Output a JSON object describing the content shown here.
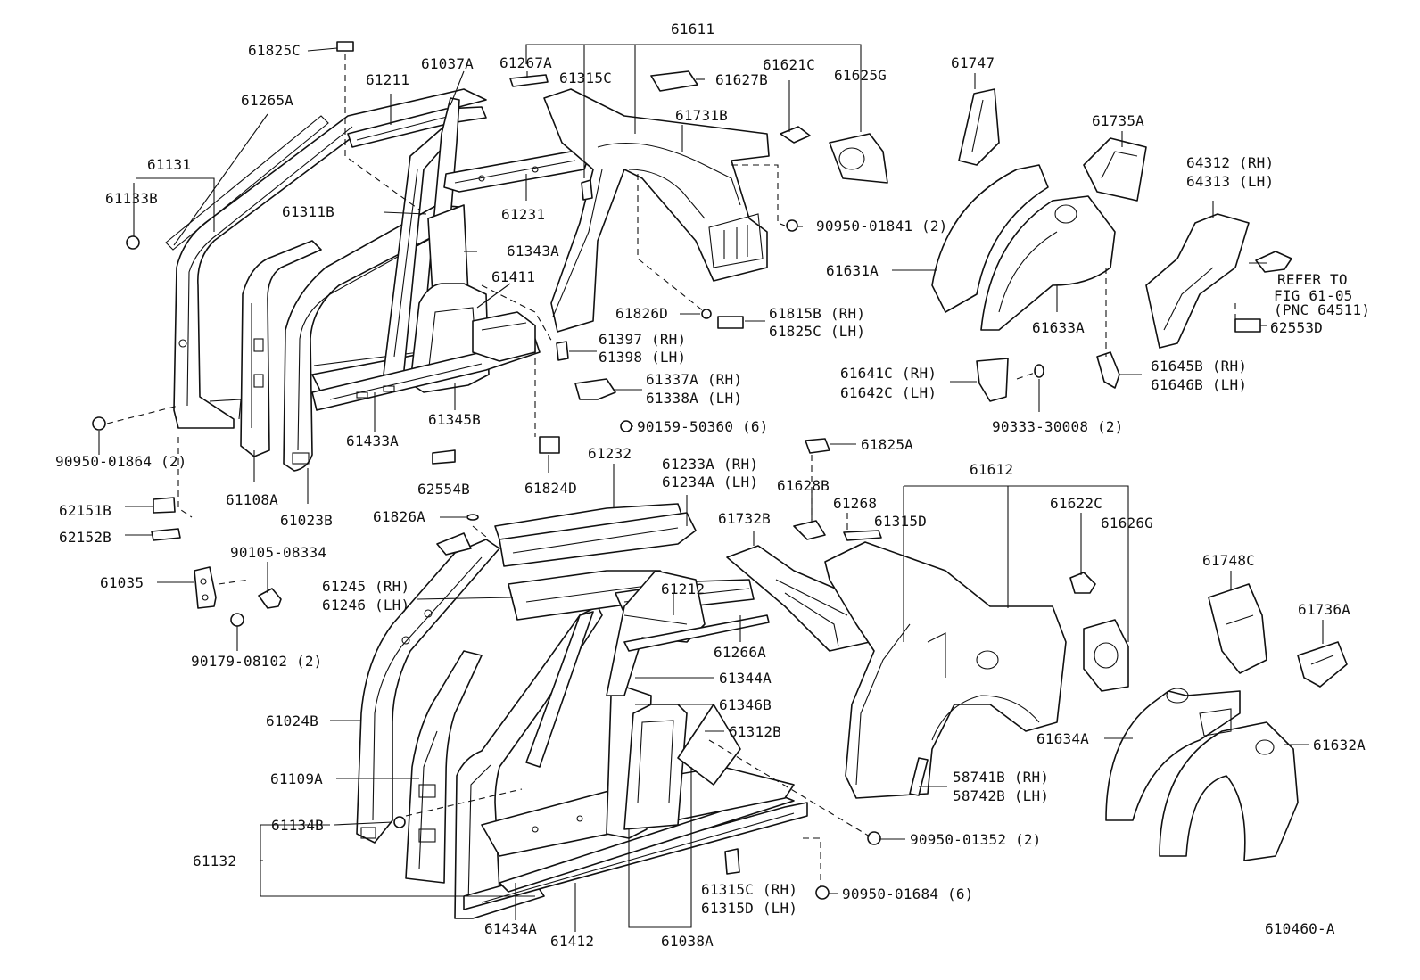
{
  "diagram_id": "610460-A",
  "callouts": {
    "c61611": "61611",
    "c61825C_top": "61825C",
    "c61267A": "61267A",
    "c61315C_top": "61315C",
    "c61621C": "61621C",
    "c61625G": "61625G",
    "c61627B": "61627B",
    "c61037A": "61037A",
    "c61211": "61211",
    "c61265A": "61265A",
    "c61731B": "61731B",
    "c61131": "61131",
    "c61133B": "61133B",
    "c61231": "61231",
    "c90950_01841": "90950-01841 (2)",
    "c61311B": "61311B",
    "c61343A": "61343A",
    "c61411": "61411",
    "c61826D": "61826D",
    "c61815B": "61815B (RH)",
    "c61825C_lh": "61825C (LH)",
    "c61397": "61397 (RH)",
    "c61398": "61398 (LH)",
    "c61337A": "61337A (RH)",
    "c61338A": "61338A (LH)",
    "c61345B": "61345B",
    "c61433A": "61433A",
    "c90159_50360": "90159-50360 (6)",
    "c90950_01864": "90950-01864 (2)",
    "c61108A": "61108A",
    "c61023B": "61023B",
    "c62554B": "62554B",
    "c61824D": "61824D",
    "c61232": "61232",
    "c61233A": "61233A (RH)",
    "c61234A": "61234A (LH)",
    "c61825A": "61825A",
    "c61628B": "61628B",
    "c61612": "61612",
    "c61268": "61268",
    "c61315D_top": "61315D",
    "c61622C": "61622C",
    "c61626G": "61626G",
    "c62151B": "62151B",
    "c62152B": "62152B",
    "c61826A": "61826A",
    "c61732B": "61732B",
    "c90105_08334": "90105-08334",
    "c61035": "61035",
    "c61245": "61245 (RH)",
    "c61246": "61246 (LH)",
    "c61212": "61212",
    "c90179_08102": "90179-08102 (2)",
    "c61266A": "61266A",
    "c61344A": "61344A",
    "c61346B": "61346B",
    "c61024B": "61024B",
    "c61312B": "61312B",
    "c61109A": "61109A",
    "c58741B": "58741B (RH)",
    "c58742B": "58742B (LH)",
    "c61134B": "61134B",
    "c90950_01352": "90950-01352 (2)",
    "c61132": "61132",
    "c61315C_rh": "61315C (RH)",
    "c61315D_lh": "61315D (LH)",
    "c90950_01684": "90950-01684 (6)",
    "c61434A": "61434A",
    "c61412": "61412",
    "c61038A": "61038A",
    "c61747": "61747",
    "c61735A": "61735A",
    "c64312": "64312 (RH)",
    "c64313": "64313 (LH)",
    "c61631A": "61631A",
    "c61633A": "61633A",
    "c62553D": "62553D",
    "c61641C": "61641C (RH)",
    "c61642C": "61642C (LH)",
    "c61645B": "61645B (RH)",
    "c61646B": "61646B (LH)",
    "c90333_30008": "90333-30008 (2)",
    "c61748C": "61748C",
    "c61736A": "61736A",
    "c61634A": "61634A",
    "c61632A": "61632A"
  },
  "reference_note": {
    "line1": "REFER TO",
    "line2": "FIG 61-05",
    "line3": "(PNC 64511)"
  }
}
